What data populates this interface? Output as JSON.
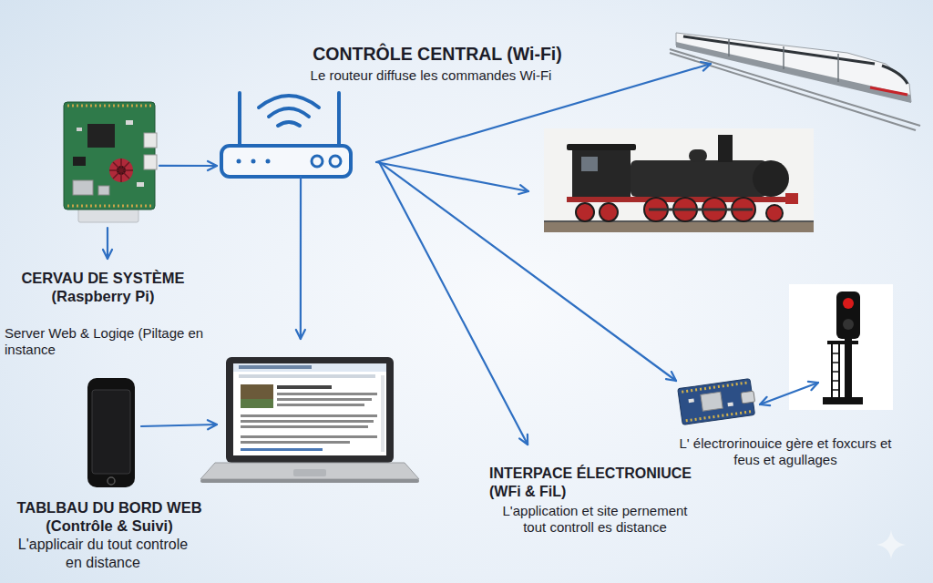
{
  "diagram": {
    "nodes": [
      {
        "text": [
          "CONTRÔLE CENTRAL (Wi-Fi)",
          "Le routeur diffuse les commandes Wi-Fi"
        ]
      },
      {
        "text": [
          "CERVAU DE SYSTÈME (Raspberry Pi)",
          "Server Web & Logiqe (Piltage en instance"
        ]
      },
      {
        "text": [
          "L' électrorinouice gère et foxcurs et feus et agullages"
        ]
      },
      {
        "text": [
          "INTERPACE ÉLECTRONIUCE (WFi & FiL)",
          "L'application et site pernement tout controll es distance"
        ]
      },
      {
        "text": [
          "TABLBAU DU BORD WEB (Contrôle & Suivi)",
          "L'applicair du tout controle en distance"
        ]
      }
    ],
    "edges": [
      {
        "from": 1,
        "to": 0,
        "arrow": "to"
      },
      {
        "from": 0,
        "to": 4,
        "arrow": "to"
      },
      {
        "from": 0,
        "to": 2,
        "arrow": "to"
      },
      {
        "from": 0,
        "to": 3,
        "arrow": "to"
      }
    ]
  }
}
